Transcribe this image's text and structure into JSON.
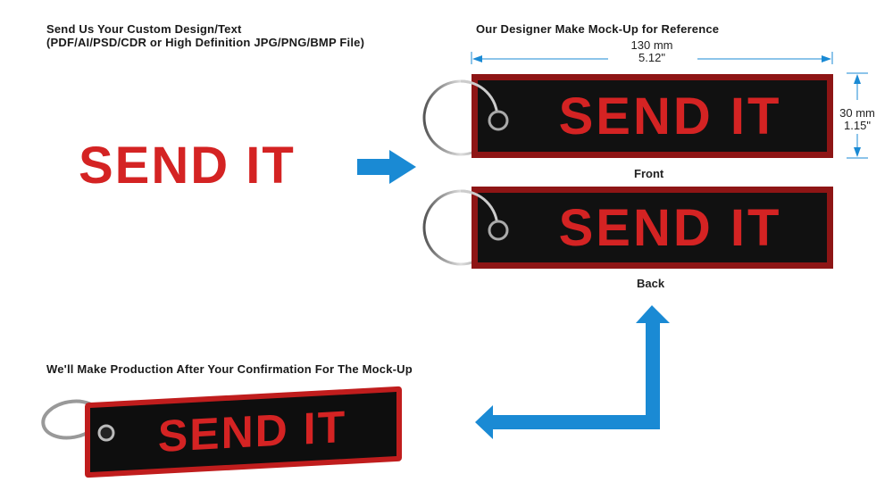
{
  "step1": {
    "title_line1": "Send Us Your Custom Design/Text",
    "title_line2": "(PDF/AI/PSD/CDR or High Definition JPG/PNG/BMP File)",
    "design_text": "SEND IT"
  },
  "step2": {
    "title": "Our Designer Make Mock-Up for Reference",
    "width_mm": "130 mm",
    "width_in": "5.12\"",
    "height_mm": "30 mm",
    "height_in": "1.15\"",
    "front_text": "SEND IT",
    "front_label": "Front",
    "back_text": "SEND IT",
    "back_label": "Back"
  },
  "step3": {
    "title": "We'll Make Production After Your Confirmation For The Mock-Up",
    "product_text": "SEND IT"
  },
  "colors": {
    "arrow": "#1a8ad4",
    "text_red": "#d42323",
    "border": "#8e1515"
  }
}
